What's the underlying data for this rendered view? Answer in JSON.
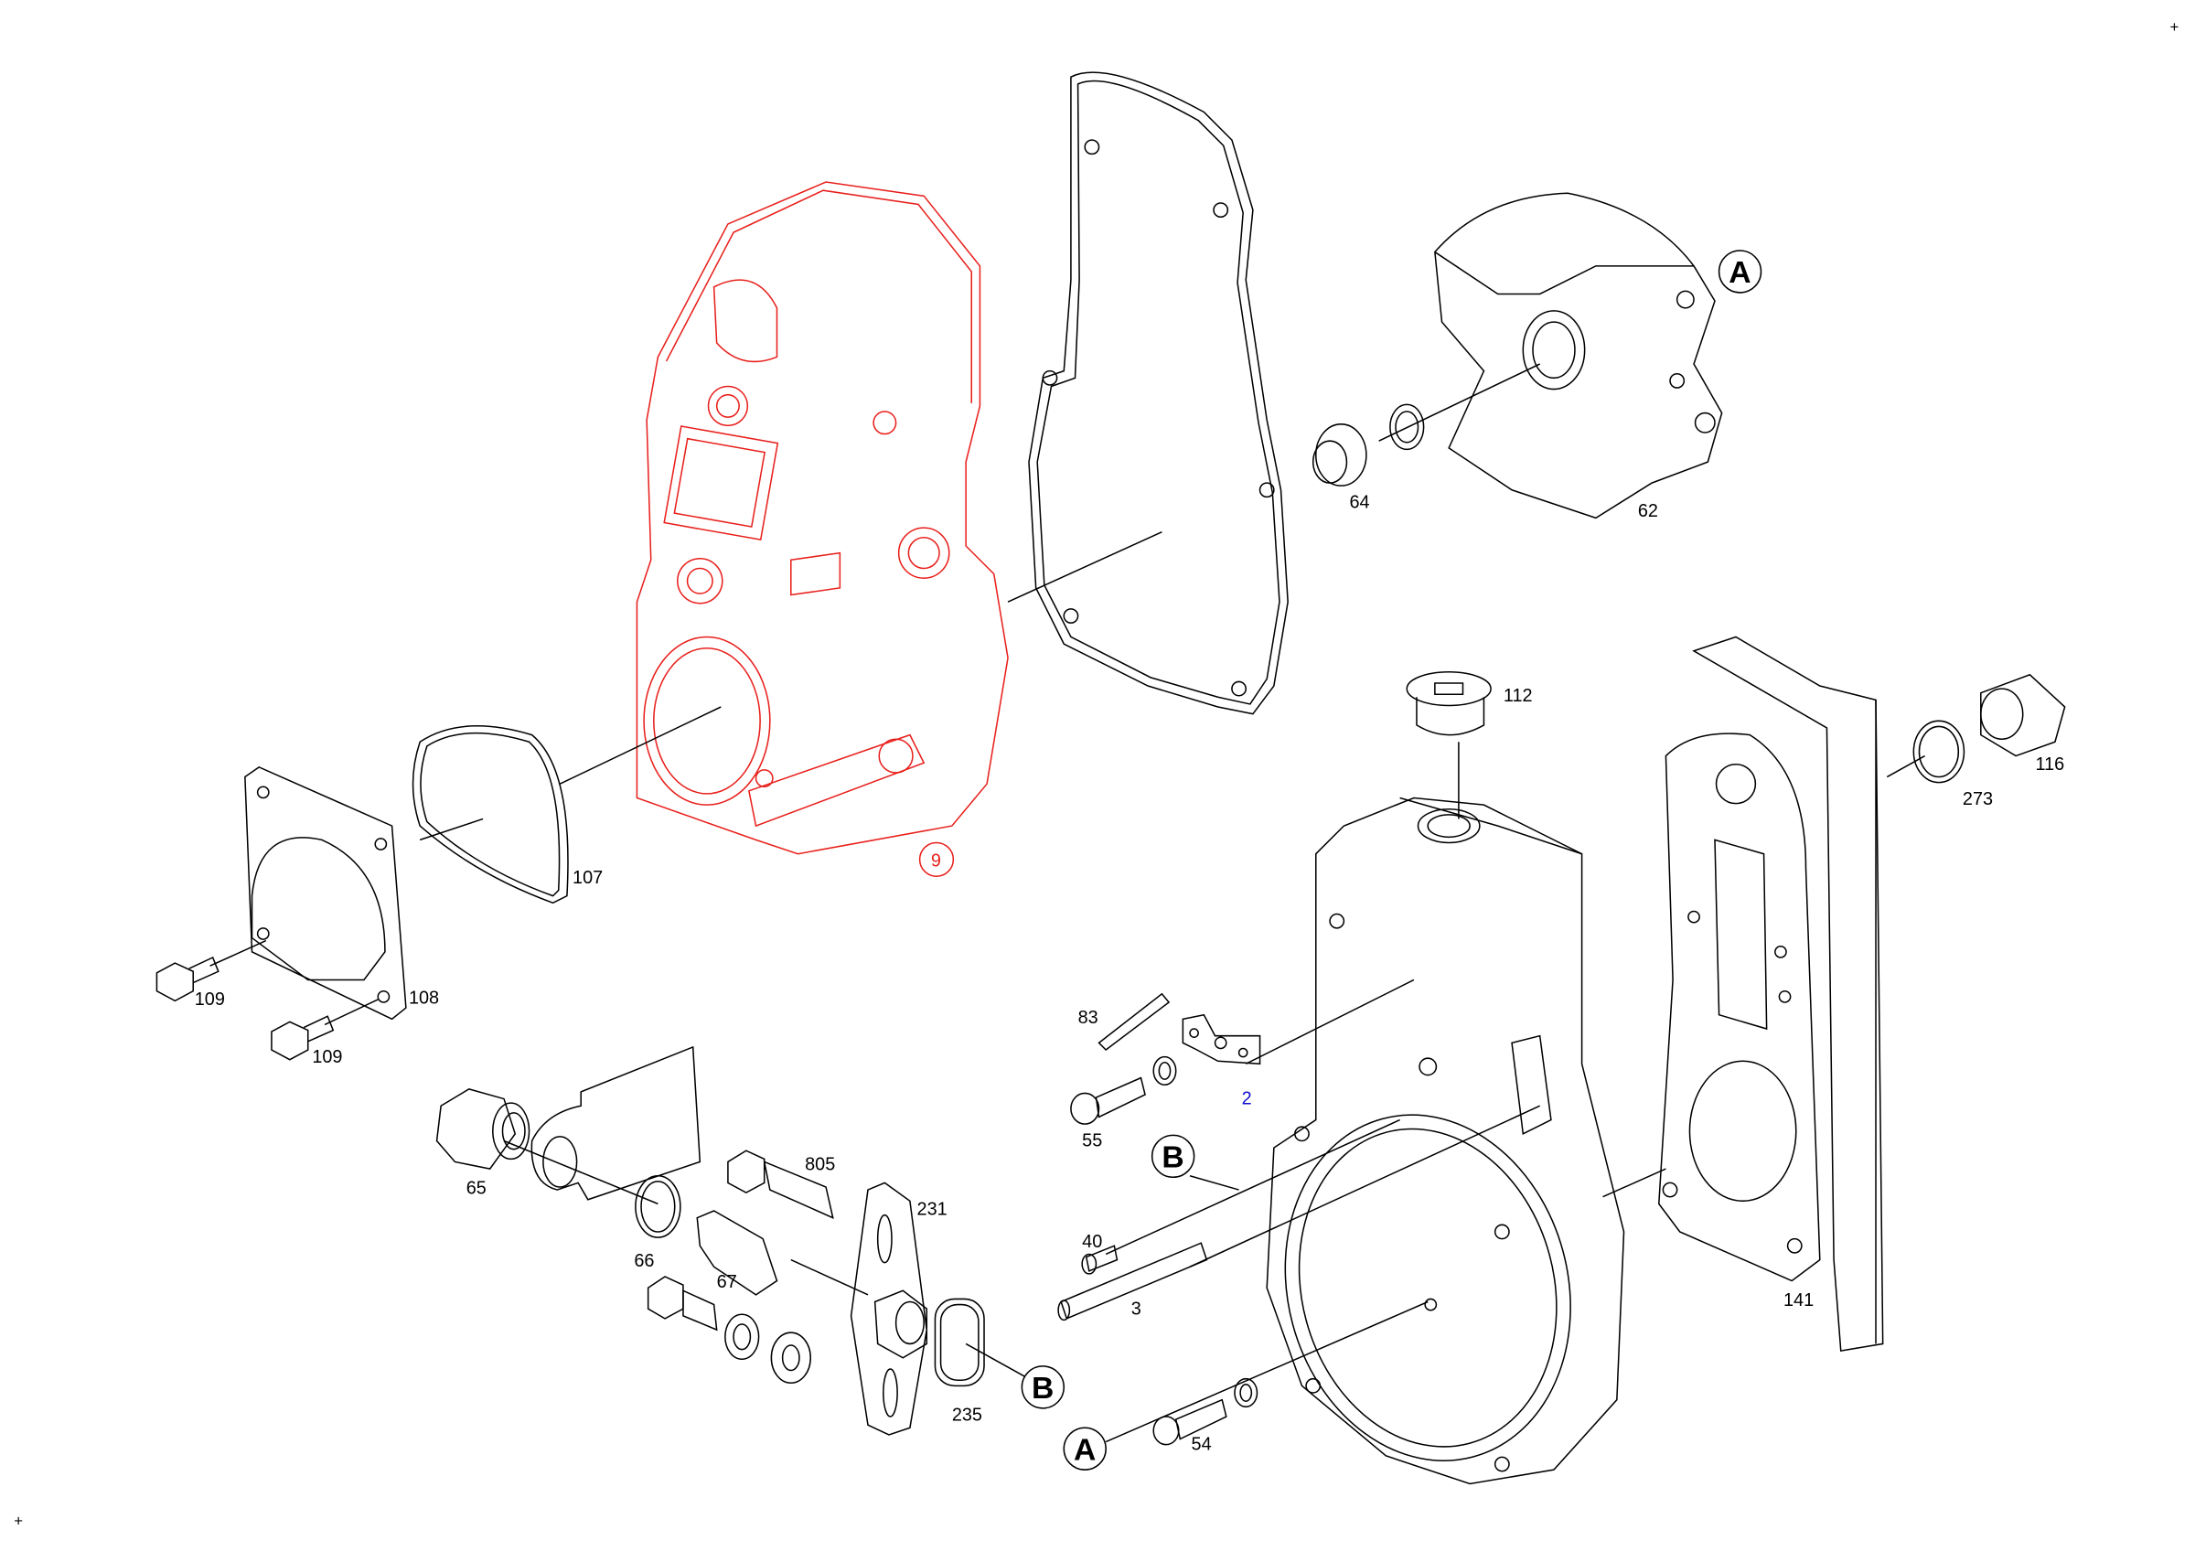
{
  "diagram": {
    "corner_marks": [
      "+",
      "+"
    ],
    "highlighted_part": {
      "label": "9",
      "color": "#e8201c"
    },
    "selected_label_color": "#1010d0",
    "parts": [
      {
        "id": "p64",
        "label": "64"
      },
      {
        "id": "p62",
        "label": "62"
      },
      {
        "id": "p112",
        "label": "112"
      },
      {
        "id": "p116",
        "label": "116"
      },
      {
        "id": "p273",
        "label": "273"
      },
      {
        "id": "p107",
        "label": "107"
      },
      {
        "id": "p108",
        "label": "108"
      },
      {
        "id": "p109a",
        "label": "109"
      },
      {
        "id": "p109b",
        "label": "109"
      },
      {
        "id": "p83",
        "label": "83"
      },
      {
        "id": "p2",
        "label": "2"
      },
      {
        "id": "p55",
        "label": "55"
      },
      {
        "id": "p40",
        "label": "40"
      },
      {
        "id": "p3",
        "label": "3"
      },
      {
        "id": "p805",
        "label": "805"
      },
      {
        "id": "p231",
        "label": "231"
      },
      {
        "id": "p65",
        "label": "65"
      },
      {
        "id": "p66",
        "label": "66"
      },
      {
        "id": "p67",
        "label": "67"
      },
      {
        "id": "p235",
        "label": "235"
      },
      {
        "id": "p54",
        "label": "54"
      },
      {
        "id": "p141",
        "label": "141"
      }
    ],
    "references": [
      {
        "label": "A"
      },
      {
        "label": "B"
      },
      {
        "label": "B"
      },
      {
        "label": "A"
      }
    ]
  }
}
